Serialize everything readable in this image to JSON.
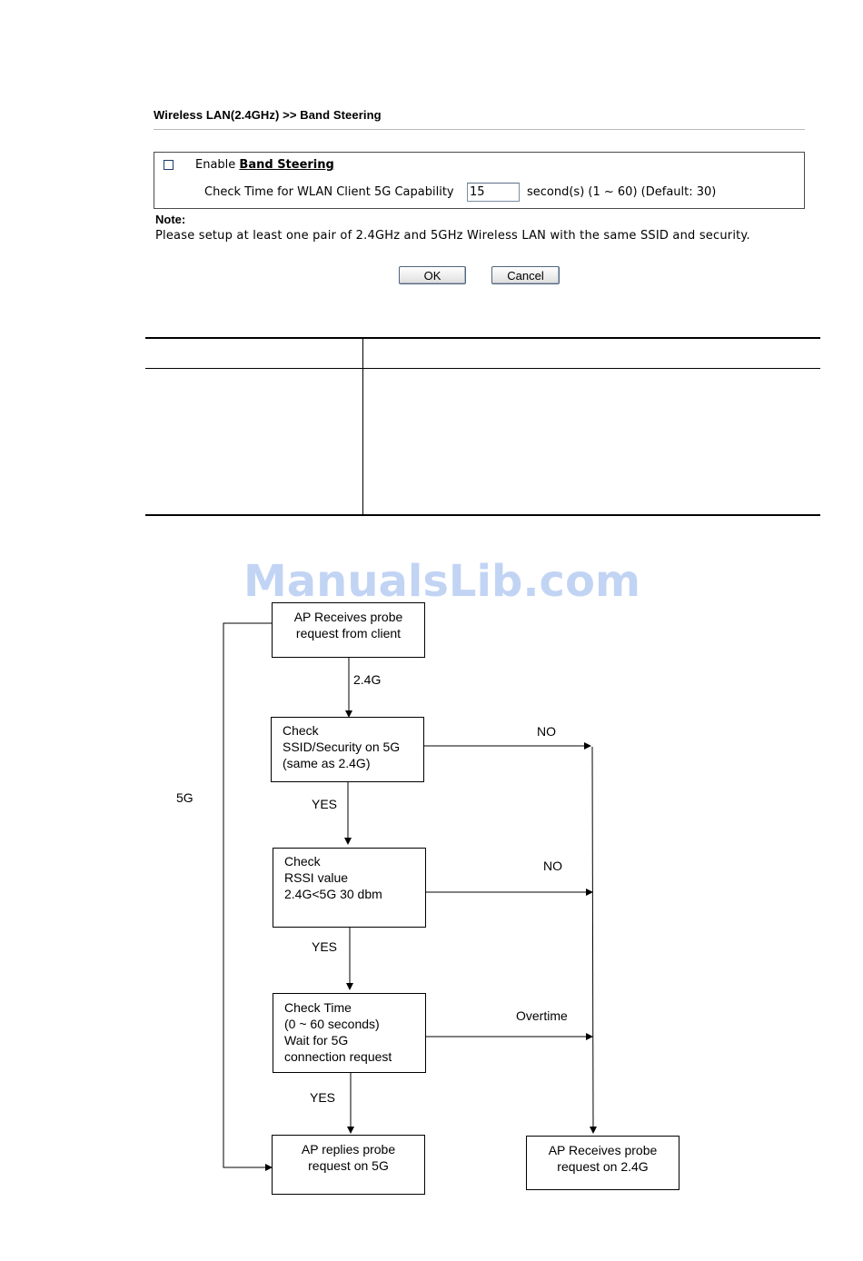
{
  "page": {
    "title": "Wireless LAN(2.4GHz) >> Band Steering"
  },
  "config": {
    "enable_prefix": "Enable ",
    "enable_link": "Band Steering",
    "enable_checked": false,
    "check_time_label": "Check Time for WLAN Client 5G Capability",
    "check_time_value": "15",
    "check_time_range": "second(s) (1 ~ 60) (Default: 30)"
  },
  "note": {
    "title": "Note:",
    "text": "Please setup at least one pair of 2.4GHz and 5GHz Wireless LAN with the same SSID and security."
  },
  "buttons": {
    "ok": "OK",
    "cancel": "Cancel"
  },
  "watermark": "ManualsLib.com",
  "flowchart": {
    "nodes": {
      "receive_probe": "AP Receives probe\nrequest from client",
      "check_ssid": "Check\nSSID/Security on 5G\n(same as 2.4G)",
      "check_rssi": "Check\nRSSI value\n2.4G<5G 30 dbm",
      "check_time": "Check Time\n(0 ~ 60 seconds)\nWait for 5G\nconnection request",
      "reply_5g": "AP replies probe\nrequest on 5G",
      "receive_24g": "AP Receives probe\nrequest on 2.4G"
    },
    "labels": {
      "band_24g": "2.4G",
      "band_5g": "5G",
      "yes_1": "YES",
      "yes_2": "YES",
      "yes_3": "YES",
      "no_1": "NO",
      "no_2": "NO",
      "overtime": "Overtime"
    }
  }
}
